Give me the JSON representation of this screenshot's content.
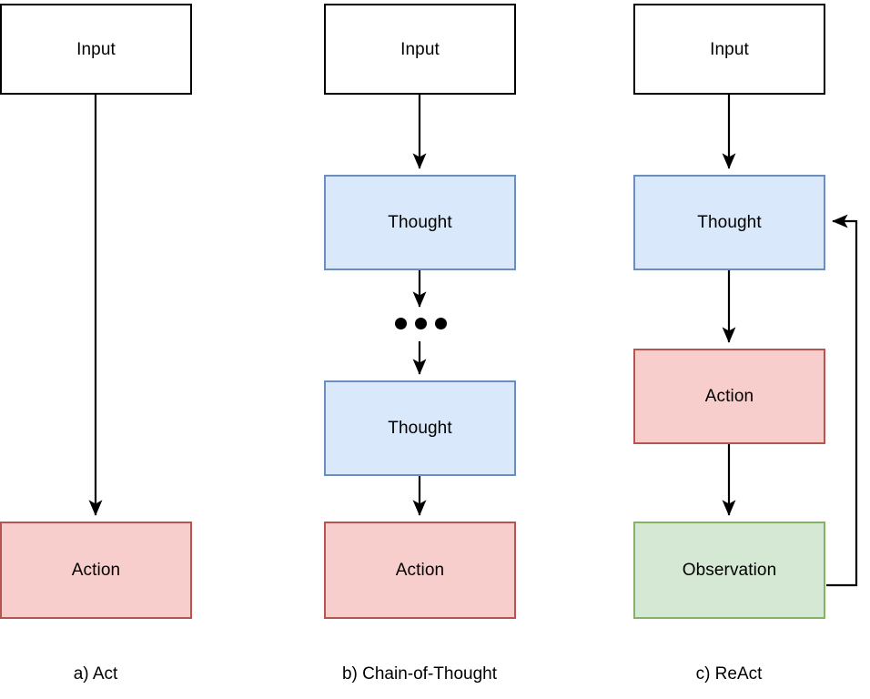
{
  "figure": {
    "title": "Prompting paradigms comparison diagram",
    "background_color": "#ffffff"
  },
  "palette": {
    "input_fill": "#ffffff",
    "input_border": "#000000",
    "thought_fill": "#dae8fc",
    "thought_border": "#6c8ebf",
    "action_fill": "#f8cecc",
    "action_border": "#b85450",
    "observation_fill": "#d5e8d4",
    "observation_border": "#82b366",
    "edge_color": "#000000",
    "text_color": "#000000"
  },
  "columns": [
    {
      "id": "act",
      "caption": "a) Act",
      "nodes": [
        {
          "id": "act-input",
          "label": "Input",
          "type": "input"
        },
        {
          "id": "act-action",
          "label": "Action",
          "type": "action"
        }
      ],
      "edges": [
        {
          "from": "act-input",
          "to": "act-action",
          "kind": "straight-down"
        }
      ]
    },
    {
      "id": "chain-of-thought",
      "caption": "b) Chain-of-Thought",
      "nodes": [
        {
          "id": "cot-input",
          "label": "Input",
          "type": "input"
        },
        {
          "id": "cot-thought-1",
          "label": "Thought",
          "type": "thought"
        },
        {
          "id": "cot-ellipsis",
          "label": "",
          "type": "ellipsis",
          "dots": 3
        },
        {
          "id": "cot-thought-2",
          "label": "Thought",
          "type": "thought"
        },
        {
          "id": "cot-action",
          "label": "Action",
          "type": "action"
        }
      ],
      "edges": [
        {
          "from": "cot-input",
          "to": "cot-thought-1",
          "kind": "straight-down"
        },
        {
          "from": "cot-thought-1",
          "to": "cot-ellipsis",
          "kind": "straight-down"
        },
        {
          "from": "cot-ellipsis",
          "to": "cot-thought-2",
          "kind": "straight-down"
        },
        {
          "from": "cot-thought-2",
          "to": "cot-action",
          "kind": "straight-down"
        }
      ]
    },
    {
      "id": "react",
      "caption": "c) ReAct",
      "nodes": [
        {
          "id": "react-input",
          "label": "Input",
          "type": "input"
        },
        {
          "id": "react-thought",
          "label": "Thought",
          "type": "thought"
        },
        {
          "id": "react-action",
          "label": "Action",
          "type": "action"
        },
        {
          "id": "react-observation",
          "label": "Observation",
          "type": "observation"
        }
      ],
      "edges": [
        {
          "from": "react-input",
          "to": "react-thought",
          "kind": "straight-down"
        },
        {
          "from": "react-thought",
          "to": "react-action",
          "kind": "straight-down"
        },
        {
          "from": "react-action",
          "to": "react-observation",
          "kind": "straight-down"
        },
        {
          "from": "react-observation",
          "to": "react-thought",
          "kind": "feedback-loop-right"
        }
      ]
    }
  ]
}
